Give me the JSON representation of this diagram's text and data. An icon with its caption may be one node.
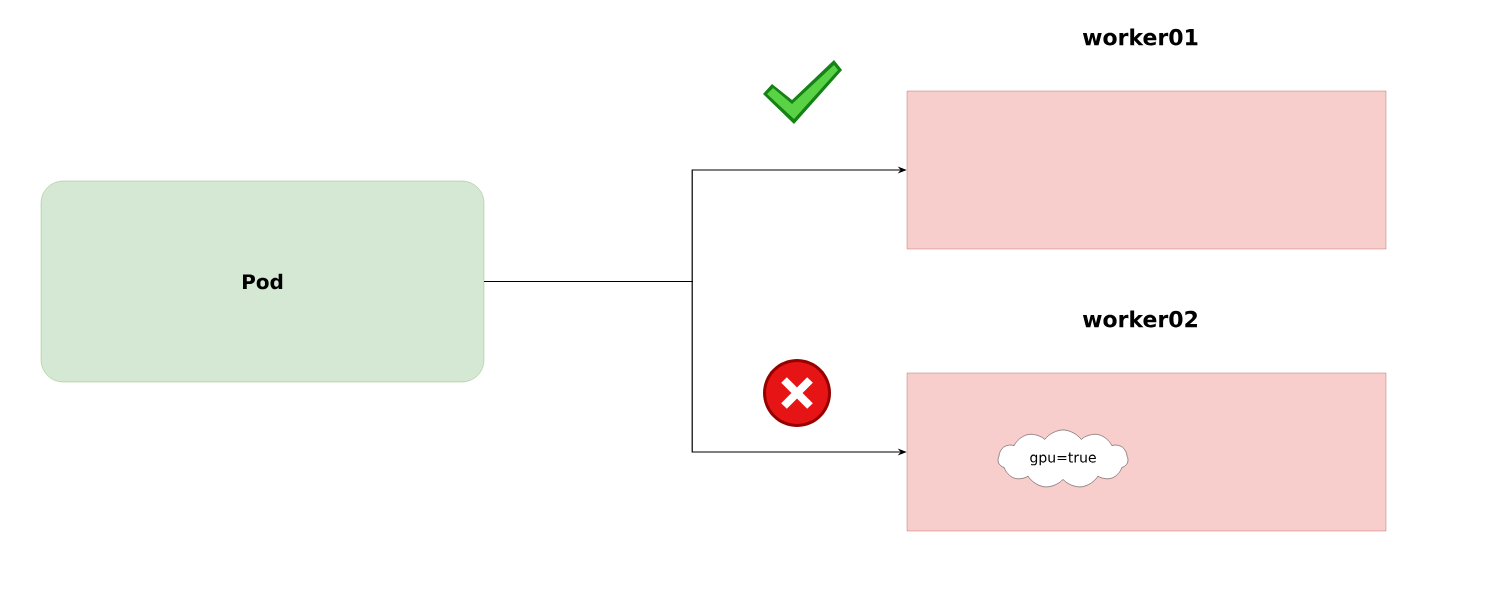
{
  "diagram": {
    "nodes": [
      {
        "text": [
          "Pod"
        ]
      },
      {
        "text": [
          "worker01"
        ]
      },
      {
        "text": [
          "worker02"
        ]
      },
      {
        "text": [
          "gpu=true"
        ],
        "in": 2
      }
    ],
    "edges": [
      {
        "from": 0,
        "to": 1,
        "arrow": "to"
      },
      {
        "from": 0,
        "to": 2,
        "arrow": "to"
      }
    ]
  }
}
